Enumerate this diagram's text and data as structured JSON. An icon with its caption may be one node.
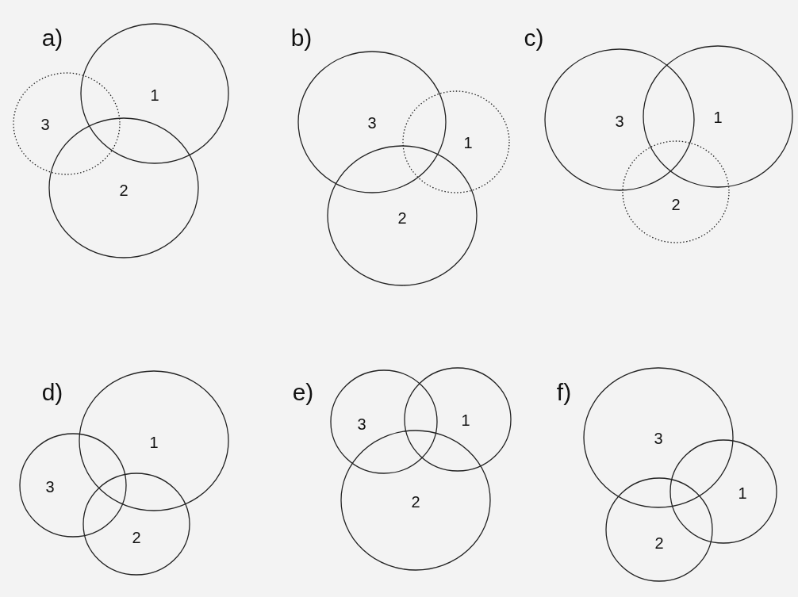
{
  "diagram": {
    "nodes": [
      {
        "text": [
          "1"
        ]
      },
      {
        "text": [
          "3"
        ]
      },
      {
        "text": [
          "2"
        ]
      },
      {
        "text": [
          "3"
        ]
      },
      {
        "text": [
          "1"
        ]
      },
      {
        "text": [
          "2"
        ]
      },
      {
        "text": [
          "3"
        ]
      },
      {
        "text": [
          "1"
        ]
      },
      {
        "text": [
          "2"
        ]
      },
      {
        "text": [
          "1"
        ]
      },
      {
        "text": [
          "3"
        ]
      },
      {
        "text": [
          "2"
        ]
      },
      {
        "text": [
          "3"
        ]
      },
      {
        "text": [
          "1"
        ]
      },
      {
        "text": [
          "2"
        ]
      },
      {
        "text": [
          "3"
        ]
      },
      {
        "text": [
          "1"
        ]
      },
      {
        "text": [
          "2"
        ]
      }
    ],
    "labels": [
      "a)",
      "b)",
      "c)",
      "d)",
      "e)",
      "f)"
    ]
  }
}
